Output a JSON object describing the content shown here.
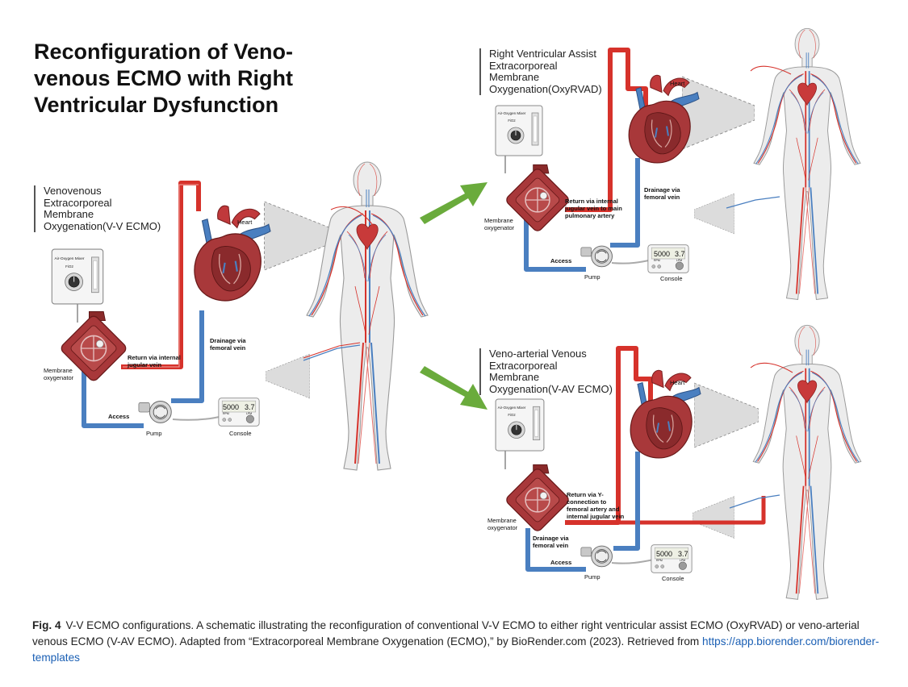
{
  "main_title": "Reconfiguration of Veno-venous ECMO with Right Ventricular Dysfunction",
  "panels": {
    "vv": {
      "title_lines": [
        "Venovenous",
        "Extracorporeal",
        "Membrane",
        "Oxygenation(V-V ECMO)"
      ],
      "heart": "Heart",
      "return_lines": [
        "Return via internal",
        "jugular vein"
      ],
      "drainage_lines": [
        "Drainage via",
        "femoral vein"
      ],
      "oxygenator_lines": [
        "Membrane",
        "oxygenator"
      ],
      "access": "Access",
      "pump": "Pump",
      "console": "Console",
      "console_rpm": "5000",
      "console_rpm_unit": "RPM",
      "console_flow": "3.7",
      "console_flow_unit": "LPM",
      "mixer_title": "Air-Oxygen Mixer",
      "mixer_fio2": "FiO2"
    },
    "oxyrvad": {
      "title_lines": [
        "Right Ventricular Assist",
        "Extracorporeal",
        "Membrane",
        "Oxygenation(OxyRVAD)"
      ],
      "heart": "Heart",
      "return_lines": [
        "Return via internal",
        "jugular vein to main",
        "pulmonary artery"
      ],
      "drainage_lines": [
        "Drainage via",
        "femoral vein"
      ],
      "oxygenator_lines": [
        "Membrane",
        "oxygenator"
      ],
      "access": "Access",
      "pump": "Pump",
      "console": "Console",
      "console_rpm": "5000",
      "console_rpm_unit": "RPM",
      "console_flow": "3.7",
      "console_flow_unit": "LPM",
      "mixer_title": "Air-Oxygen Mixer",
      "mixer_fio2": "FiO2"
    },
    "vav": {
      "title_lines": [
        "Veno-arterial Venous",
        "Extracorporeal",
        "Membrane",
        "Oxygenation(V-AV ECMO)"
      ],
      "heart": "Heart",
      "return_lines": [
        "Return via Y-",
        "connection to",
        "femoral artery and",
        "internal jugular vein"
      ],
      "drainage_lines": [
        "Drainage via",
        "femoral vein"
      ],
      "oxygenator_lines": [
        "Membrane",
        "oxygenator"
      ],
      "access": "Access",
      "pump": "Pump",
      "console": "Console",
      "console_rpm": "5000",
      "console_rpm_unit": "RPM",
      "console_flow": "3.7",
      "console_flow_unit": "LPM",
      "mixer_title": "Air-Oxygen Mixer",
      "mixer_fio2": "FiO2"
    }
  },
  "caption": {
    "label": "Fig. 4",
    "text": "V-V ECMO configurations. A schematic illustrating the reconfiguration of conventional V-V ECMO to either right ventricular assist ECMO (OxyRVAD) or veno-arterial venous ECMO (V-AV ECMO). Adapted from “Extracorporeal Membrane Oxygenation (ECMO),” by BioRender.com (2023). Retrieved from ",
    "link": "https://app.biorender.com/biorender-templates"
  },
  "colors": {
    "oxygenated": "#d6322b",
    "deoxygenated": "#4a7fc0",
    "arrow": "#6aab3c",
    "heart": "#a8383a",
    "body_fill": "#ececec",
    "body_outline": "#9a9a9a"
  }
}
